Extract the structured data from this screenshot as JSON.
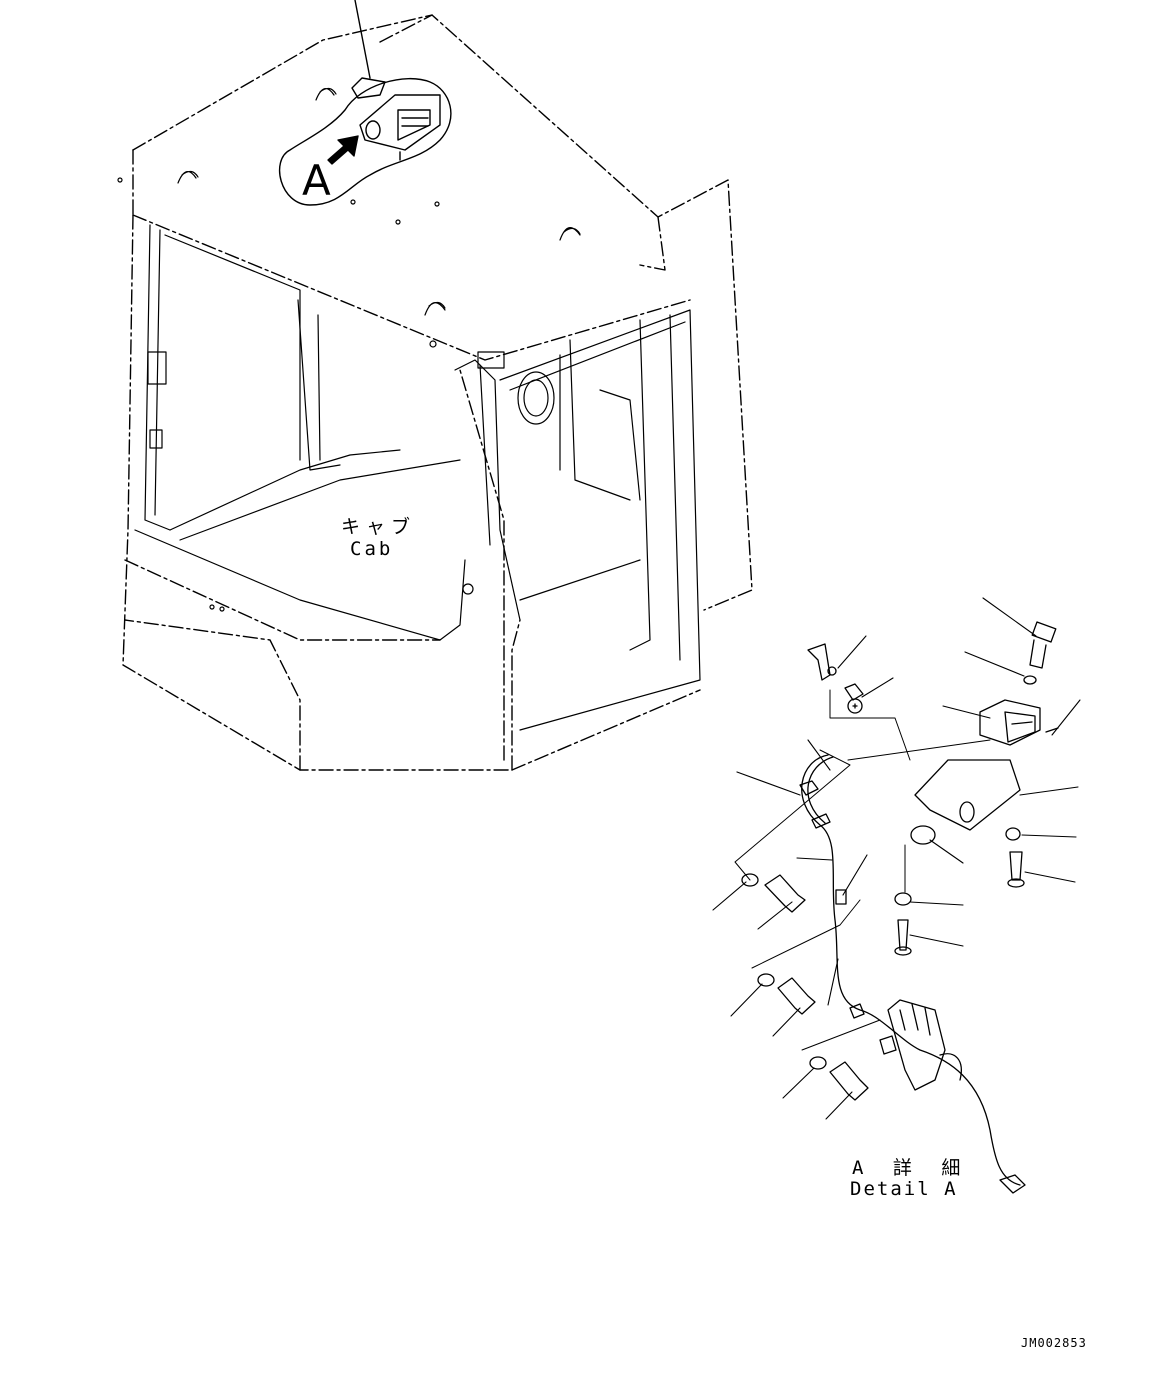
{
  "cab_label": {
    "ja": "キャブ",
    "en": "Cab"
  },
  "view_callout": "A",
  "detail_label": {
    "ja": "A 詳 細",
    "en": "Detail A"
  },
  "drawing_number": "JM002853"
}
